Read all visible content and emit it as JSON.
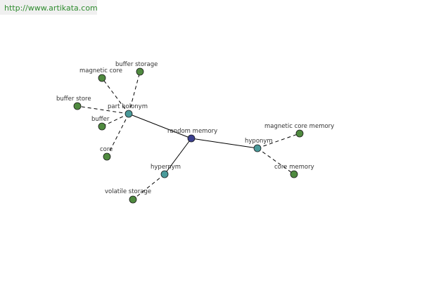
{
  "header": {
    "url": "http://www.artikata.com"
  },
  "colors": {
    "center": "#3b3f8f",
    "relation": "#4a9a9a",
    "leaf": "#4f8a3f",
    "url_text": "#2e8b2e"
  },
  "graph": {
    "nodes": [
      {
        "id": "center",
        "label": "random memory",
        "kind": "center"
      },
      {
        "id": "part_holonym",
        "label": "part holonym",
        "kind": "relation"
      },
      {
        "id": "hyponym",
        "label": "hyponym",
        "kind": "relation"
      },
      {
        "id": "hypernym",
        "label": "hypernym",
        "kind": "relation"
      },
      {
        "id": "magnetic_core",
        "label": "magnetic core",
        "kind": "leaf"
      },
      {
        "id": "buffer_storage",
        "label": "buffer storage",
        "kind": "leaf"
      },
      {
        "id": "buffer_store",
        "label": "buffer store",
        "kind": "leaf"
      },
      {
        "id": "buffer",
        "label": "buffer",
        "kind": "leaf"
      },
      {
        "id": "core",
        "label": "core",
        "kind": "leaf"
      },
      {
        "id": "magnetic_core_memory",
        "label": "magnetic core memory",
        "kind": "leaf"
      },
      {
        "id": "core_memory",
        "label": "core memory",
        "kind": "leaf"
      },
      {
        "id": "volatile_storage",
        "label": "volatile storage",
        "kind": "leaf"
      }
    ],
    "edges": [
      {
        "from": "center",
        "to": "part_holonym",
        "style": "solid"
      },
      {
        "from": "center",
        "to": "hyponym",
        "style": "solid"
      },
      {
        "from": "center",
        "to": "hypernym",
        "style": "solid"
      },
      {
        "from": "part_holonym",
        "to": "magnetic_core",
        "style": "dashed"
      },
      {
        "from": "part_holonym",
        "to": "buffer_storage",
        "style": "dashed"
      },
      {
        "from": "part_holonym",
        "to": "buffer_store",
        "style": "dashed"
      },
      {
        "from": "part_holonym",
        "to": "buffer",
        "style": "dashed"
      },
      {
        "from": "part_holonym",
        "to": "core",
        "style": "dashed"
      },
      {
        "from": "hyponym",
        "to": "magnetic_core_memory",
        "style": "dashed"
      },
      {
        "from": "hyponym",
        "to": "core_memory",
        "style": "dashed"
      },
      {
        "from": "hypernym",
        "to": "volatile_storage",
        "style": "dashed"
      }
    ]
  }
}
